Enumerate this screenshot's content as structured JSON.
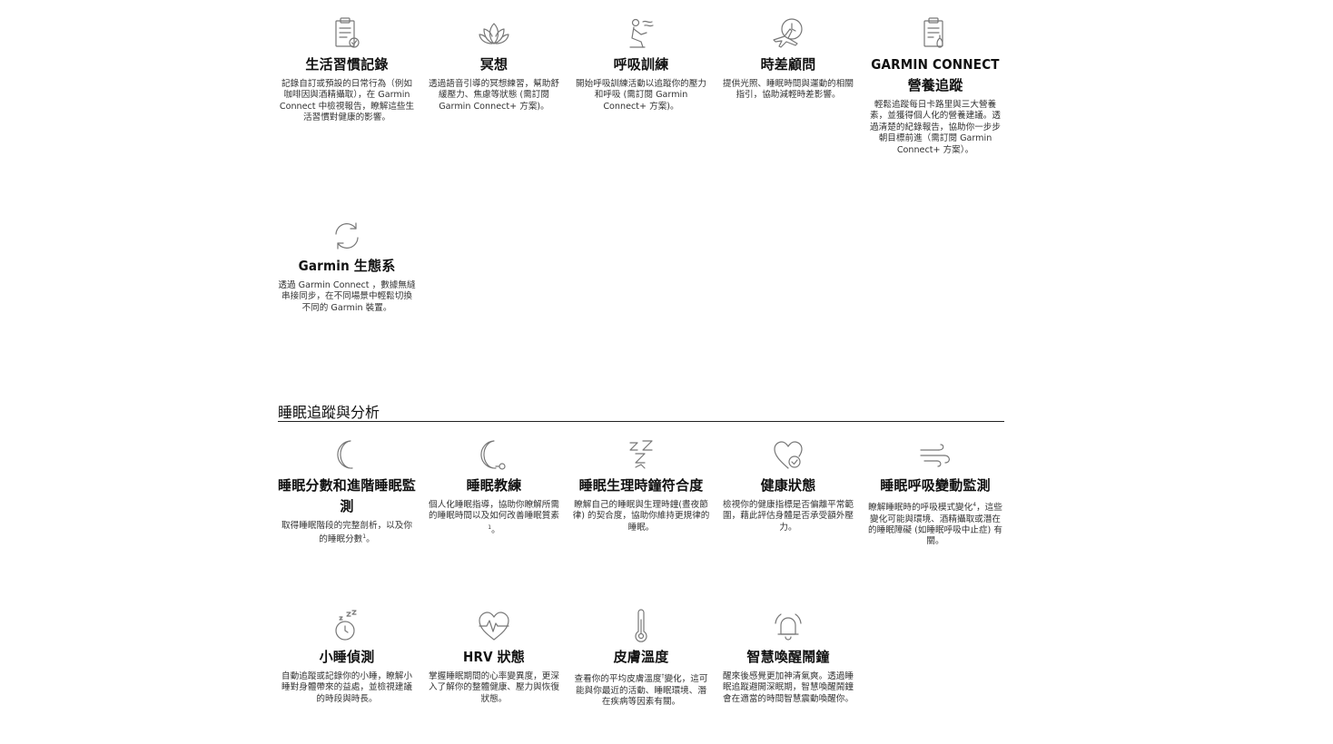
{
  "features_top": [
    {
      "icon": "clipboard-check-icon",
      "title": "生活習慣記錄",
      "desc": "記錄自訂或預設的日常行為（例如咖啡因與酒精攝取），在 Garmin Connect 中檢視報告，瞭解這些生活習慣對健康的影響。"
    },
    {
      "icon": "lotus-icon",
      "title": "冥想",
      "desc": "透過語音引導的冥想練習，幫助舒緩壓力、焦慮等狀態 (需訂閱 Garmin Connect+ 方案)。"
    },
    {
      "icon": "breathing-person-icon",
      "title": "呼吸訓練",
      "desc": "開始呼吸訓練活動以追蹤你的壓力和呼吸 (需訂閱 Garmin Connect+ 方案)。"
    },
    {
      "icon": "jetlag-plane-icon",
      "title": "時差顧問",
      "desc": "提供光照、睡眠時間與運動的相關指引，協助減輕時差影響。"
    },
    {
      "icon": "nutrition-clipboard-icon",
      "title": "GARMIN CONNECT 營養追蹤",
      "desc": "輕鬆追蹤每日卡路里與三大營養素，並獲得個人化的營養建議。透過清楚的紀錄報告，協助你一步步朝目標前進（需訂閱 Garmin Connect+ 方案）。"
    },
    {
      "icon": "sync-arrows-icon",
      "title": "Garmin 生態系",
      "desc": "透過 Garmin Connect ，數據無縫串接同步，在不同場景中輕鬆切換不同的 Garmin 裝置。"
    }
  ],
  "sleep_section": {
    "title": "睡眠追蹤與分析",
    "features": [
      {
        "icon": "moon-icon",
        "title": "睡眠分數和進階睡眠監測",
        "desc": "取得睡眠階段的完整剖析，以及你的睡眠分數",
        "sup": "1",
        "end": "。"
      },
      {
        "icon": "moon-whistle-icon",
        "title": "睡眠教練",
        "desc": "個人化睡眠指導，協助你瞭解所需的睡眠時間以及如何改善睡眠質素",
        "sup": "1",
        "end": "。"
      },
      {
        "icon": "zzz-icon",
        "title": "睡眠生理時鐘符合度",
        "desc": "瞭解自己的睡眠與生理時鐘(晝夜節律) 的契合度，協助你維持更規律的睡眠。"
      },
      {
        "icon": "heart-check-icon",
        "title": "健康狀態",
        "desc": "檢視你的健康指標是否偏離平常範圍，藉此評估身體是否承受額外壓力。"
      },
      {
        "icon": "wind-breathing-icon",
        "title": "睡眠呼吸變動監測",
        "desc": "瞭解睡眠時的呼吸模式變化",
        "sup": "4",
        "end": "，這些變化可能與環境、酒精攝取或潛在的睡眠障礙 (如睡眠呼吸中止症) 有關。"
      },
      {
        "icon": "nap-clock-icon",
        "title": "小睡偵測",
        "desc": "自動追蹤或記錄你的小睡，瞭解小睡對身體帶來的益處，並檢視建議的時段與時長。"
      },
      {
        "icon": "hrv-heart-icon",
        "title": "HRV 狀態",
        "desc": "掌握睡眠期間的心率變異度，更深入了解你的整體健康、壓力與恢復狀態。"
      },
      {
        "icon": "thermometer-icon",
        "title": "皮膚溫度",
        "desc": "查看你的平均皮膚溫度",
        "sup": "†",
        "end": "變化，這可能與你最近的活動、睡眠環境、潛在疾病等因素有關。"
      },
      {
        "icon": "alarm-bell-icon",
        "title": "智慧喚醒鬧鐘",
        "desc": "醒來後感覺更加神清氣爽。透過睡眠追蹤避開深眠期，智慧喚醒鬧鐘會在適當的時間智慧震動喚醒你。"
      }
    ]
  }
}
